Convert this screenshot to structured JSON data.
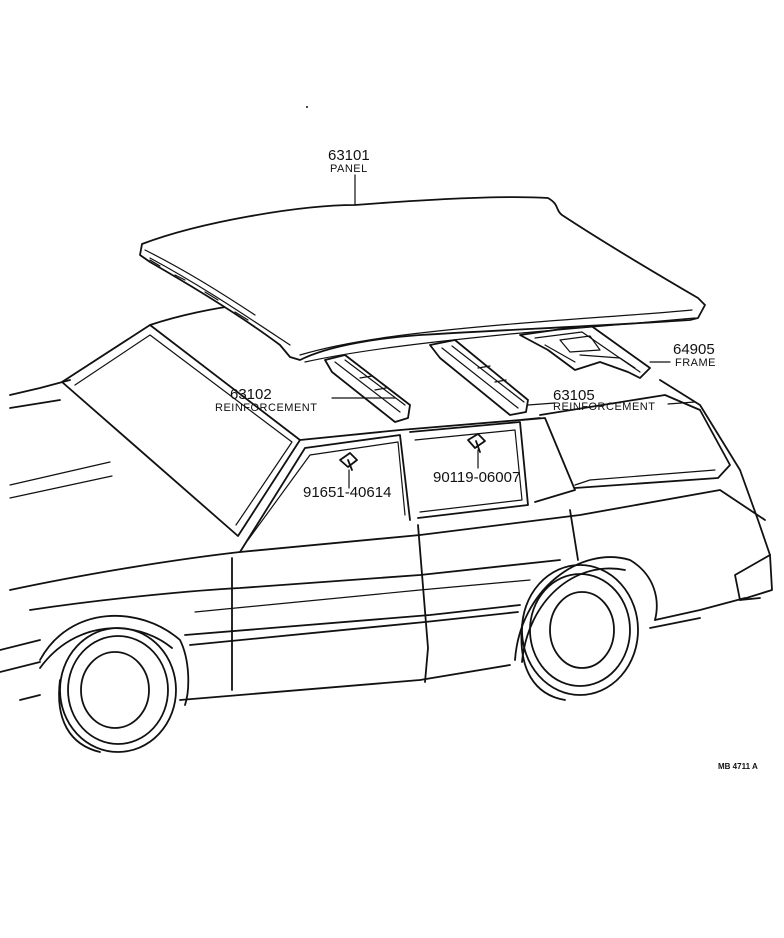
{
  "parts": {
    "panel": {
      "number": "63101",
      "name": "PANEL"
    },
    "reinforcement_front": {
      "number": "63102",
      "name": "REINFORCEMENT"
    },
    "reinforcement_rear": {
      "number": "63105",
      "name": "REINFORCEMENT"
    },
    "frame": {
      "number": "64905",
      "name": "FRAME"
    },
    "clip_left": {
      "number": "91651-40614"
    },
    "clip_right": {
      "number": "90119-06007"
    }
  },
  "drawing_ref": "MB 4711 A"
}
